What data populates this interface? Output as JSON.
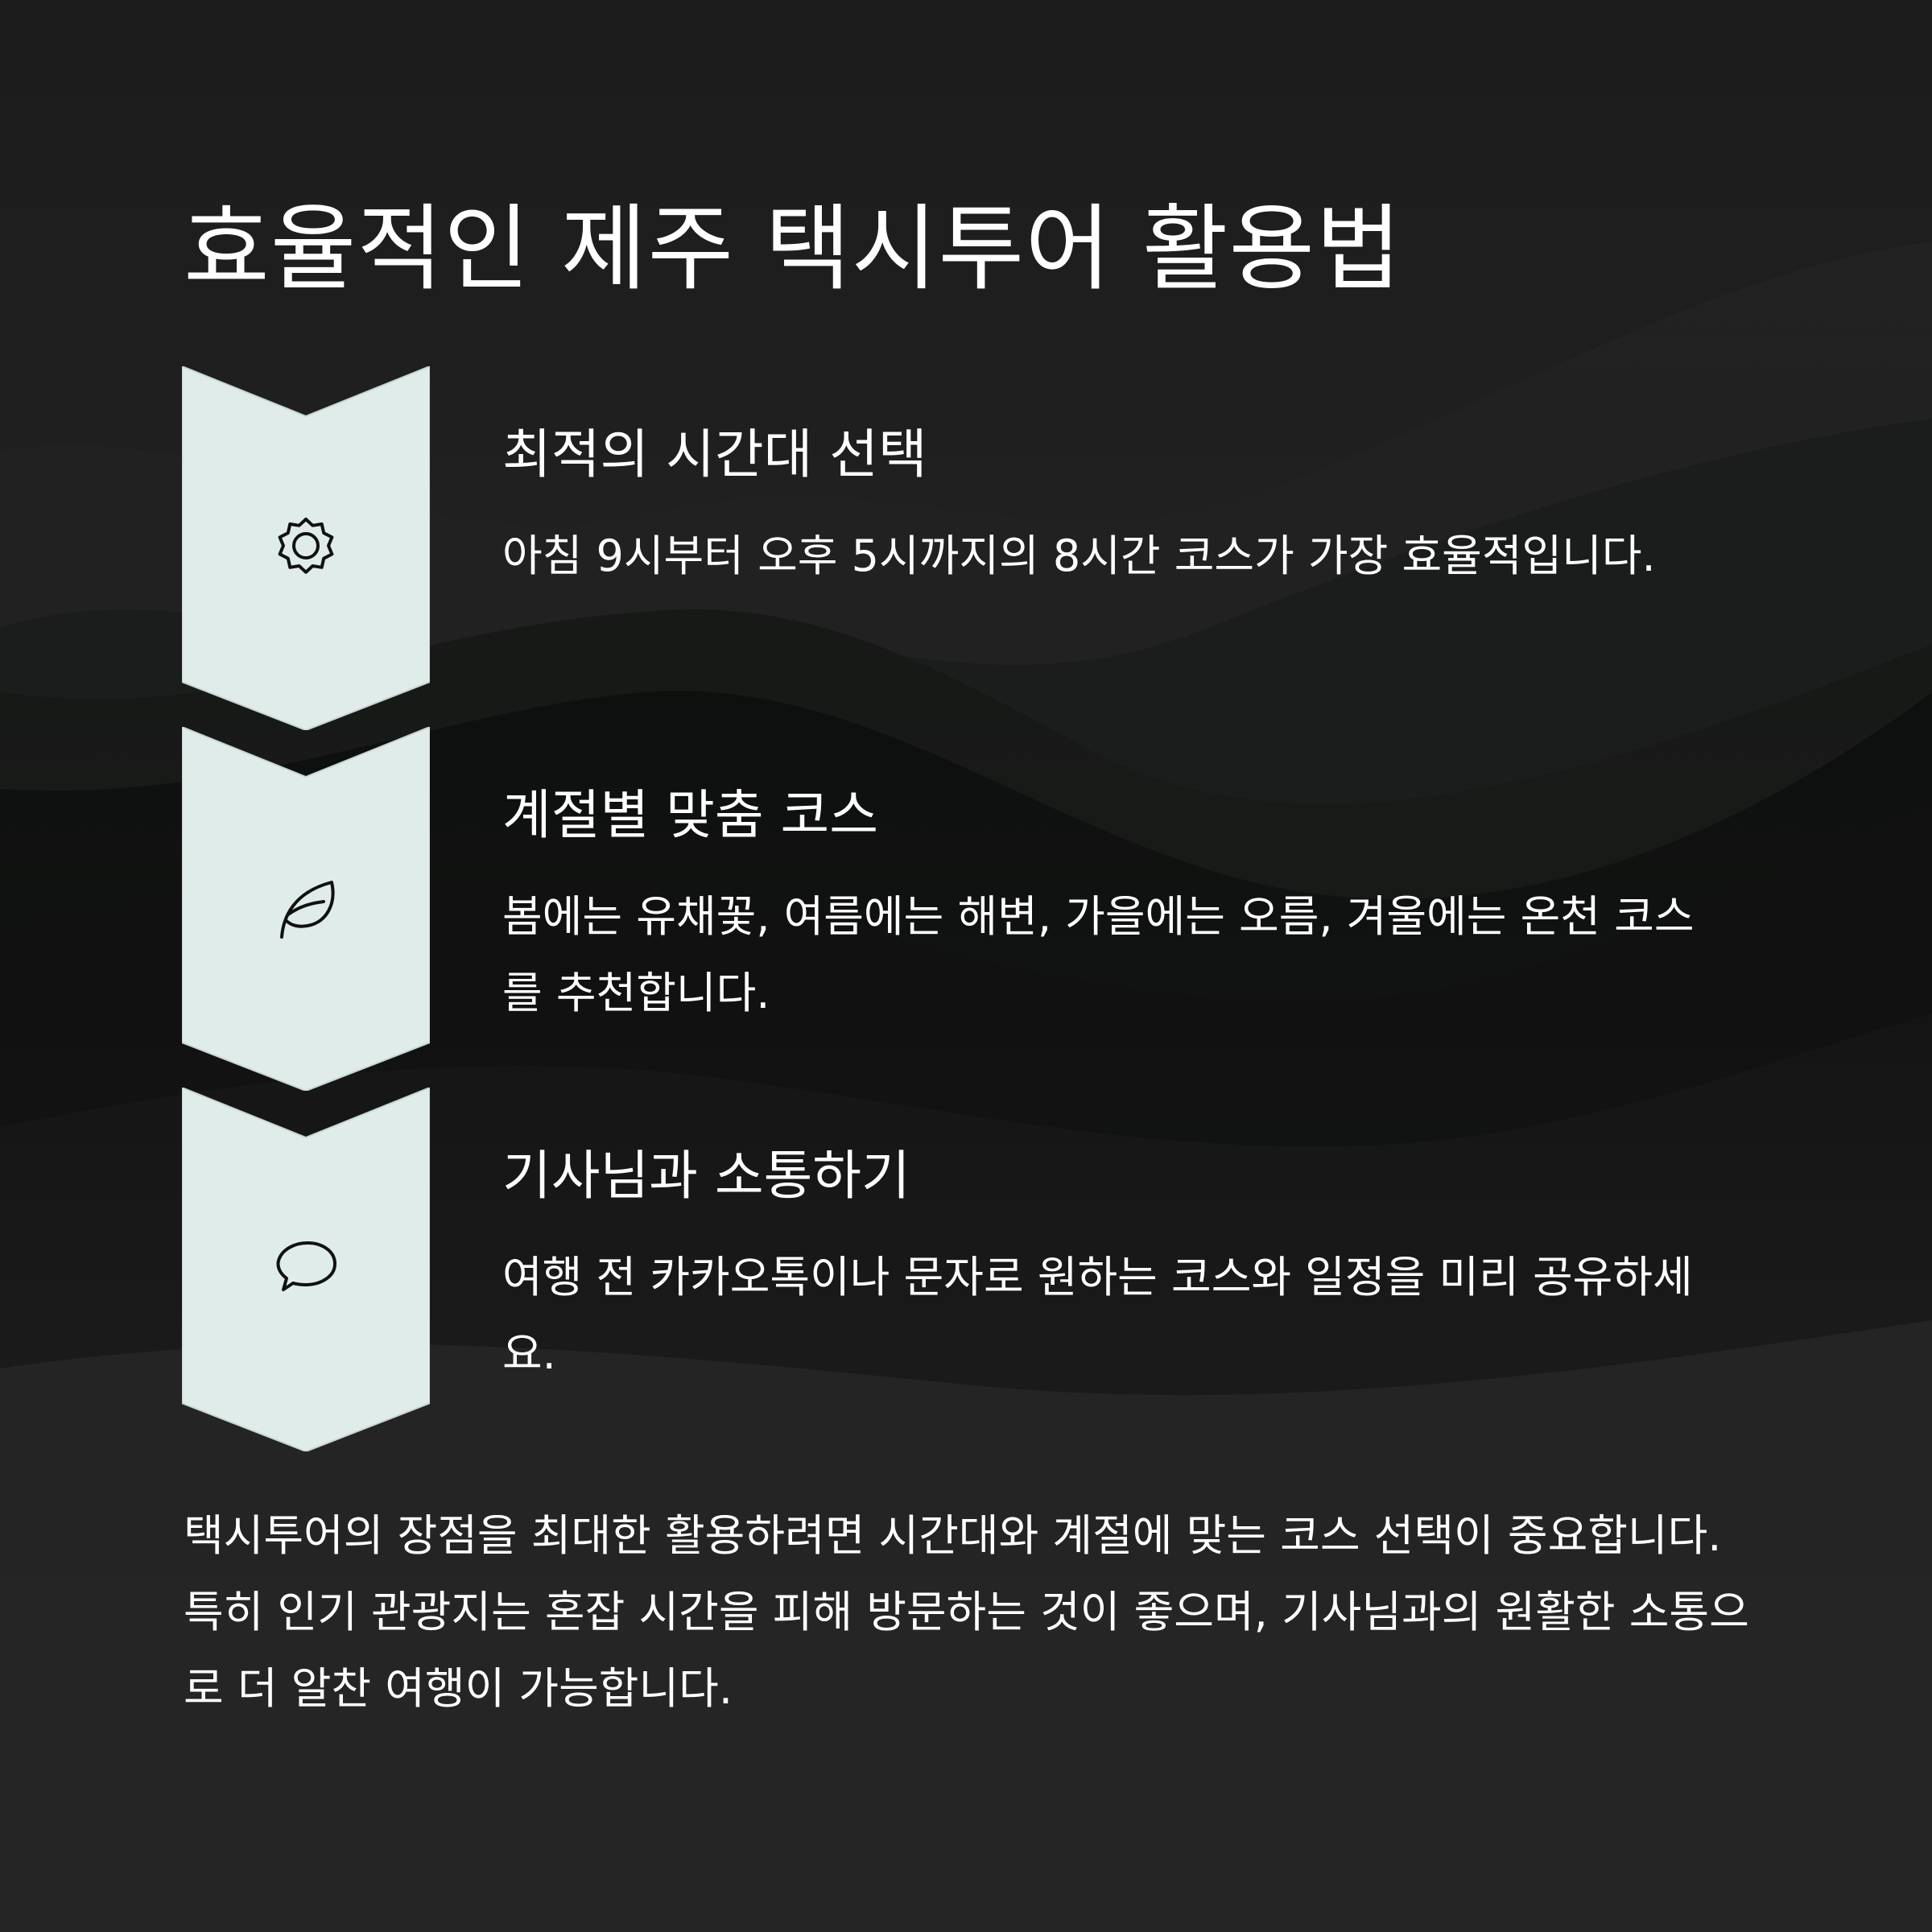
{
  "title": "효율적인 제주 택시투어 활용법",
  "steps": [
    {
      "icon": "sun-icon",
      "title": "최적의 시간대 선택",
      "description": "아침 9시부터 오후 5시까지의 8시간 코스가 가장 효율적입니다."
    },
    {
      "icon": "leaf-icon",
      "title": "계절별 맞춤 코스",
      "description": "봄에는 유채꽃, 여름에는 해변, 가을에는 오름, 겨울에는 온천 코스를 추천합니다."
    },
    {
      "icon": "chat-bubble-icon",
      "title": "기사님과 소통하기",
      "description": "여행 전 카카오톡이나 문자로 원하는 코스와 일정을 미리 공유하세요."
    }
  ],
  "summary": "택시투어의 장점을 최대한 활용하려면 시간대와 계절에 맞는 코스 선택이 중요합니다. 특히 인기 관광지는 혼잡 시간을 피해 방문하는 것이 좋으며, 기사님과의 원활한 소통으로 더 알찬 여행이 가능합니다.",
  "colors": {
    "background": "#262626",
    "chevron_fill": "#e0ecea",
    "text": "#ffffff",
    "icon_stroke": "#111111"
  }
}
